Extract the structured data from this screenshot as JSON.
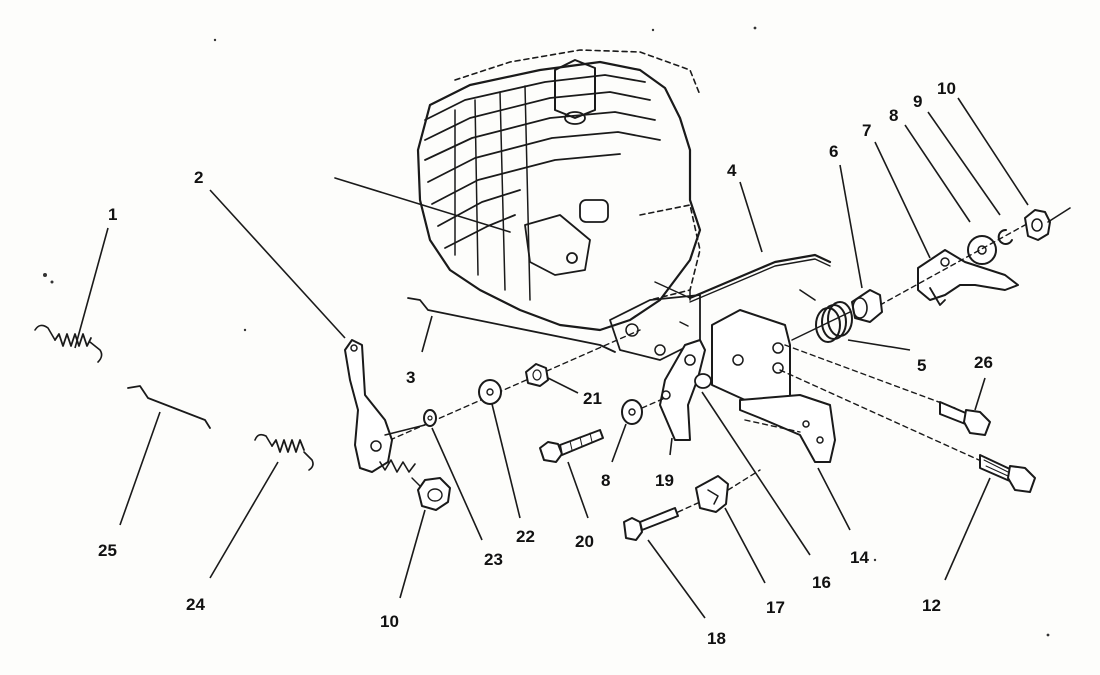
{
  "diagram": {
    "type": "exploded-parts-view",
    "accent_color": "#1a1a1a",
    "callouts": [
      "1",
      "2",
      "3",
      "4",
      "5",
      "6",
      "7",
      "8",
      "9",
      "10",
      "10",
      "12",
      "14",
      "16",
      "17",
      "18",
      "19",
      "20",
      "21",
      "22",
      "23",
      "24",
      "25",
      "26",
      "8"
    ]
  }
}
